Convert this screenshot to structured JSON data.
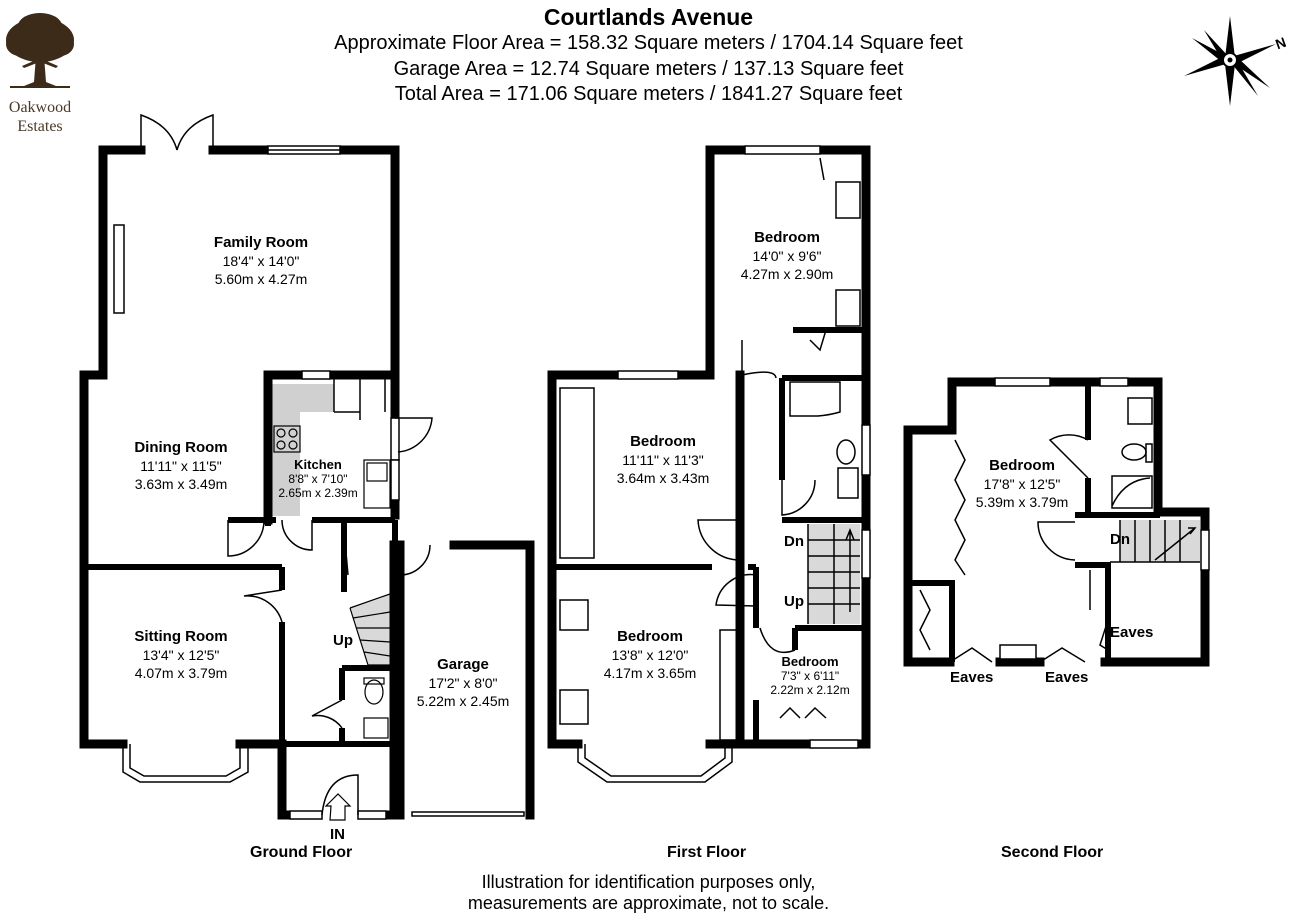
{
  "header": {
    "title": "Courtlands Avenue",
    "floor_area": "Approximate Floor Area = 158.32 Square meters / 1704.14 Square feet",
    "garage_area": "Garage Area = 12.74 Square meters / 137.13 Square feet",
    "total_area": "Total Area = 171.06 Square meters / 1841.27 Square feet"
  },
  "logo": {
    "line1": "Oakwood",
    "line2": "Estates",
    "icon": "oak-tree-icon"
  },
  "compass": {
    "label": "N",
    "icon": "compass-rose-icon"
  },
  "ground_floor": {
    "label": "Ground Floor",
    "entrance": "IN",
    "up": "Up",
    "rooms": {
      "family": {
        "name": "Family Room",
        "imperial": "18'4\" x 14'0\"",
        "metric": "5.60m x 4.27m"
      },
      "dining": {
        "name": "Dining Room",
        "imperial": "11'11\" x 11'5\"",
        "metric": "3.63m x 3.49m"
      },
      "kitchen": {
        "name": "Kitchen",
        "imperial": "8'8\" x 7'10\"",
        "metric": "2.65m x 2.39m"
      },
      "sitting": {
        "name": "Sitting Room",
        "imperial": "13'4\" x 12'5\"",
        "metric": "4.07m x 3.79m"
      },
      "garage": {
        "name": "Garage",
        "imperial": "17'2\" x 8'0\"",
        "metric": "5.22m x 2.45m"
      }
    }
  },
  "first_floor": {
    "label": "First Floor",
    "dn": "Dn",
    "up": "Up",
    "rooms": {
      "bed_rear": {
        "name": "Bedroom",
        "imperial": "14'0\" x 9'6\"",
        "metric": "4.27m x 2.90m"
      },
      "bed_mid": {
        "name": "Bedroom",
        "imperial": "11'11\" x 11'3\"",
        "metric": "3.64m x 3.43m"
      },
      "bed_front": {
        "name": "Bedroom",
        "imperial": "13'8\" x 12'0\"",
        "metric": "4.17m x 3.65m"
      },
      "bed_small": {
        "name": "Bedroom",
        "imperial": "7'3\" x 6'11\"",
        "metric": "2.22m x 2.12m"
      }
    }
  },
  "second_floor": {
    "label": "Second Floor",
    "dn": "Dn",
    "eaves": [
      "Eaves",
      "Eaves",
      "Eaves"
    ],
    "rooms": {
      "bed": {
        "name": "Bedroom",
        "imperial": "17'8\" x 12'5\"",
        "metric": "5.39m x 3.79m"
      }
    }
  },
  "disclaimer": {
    "line1": "Illustration for identification purposes only,",
    "line2": "measurements are approximate, not to scale."
  },
  "colors": {
    "wall": "#000000",
    "stair": "#d9d9d9",
    "logo": "#3d2b1a",
    "worktop": "#cfcfcf"
  }
}
